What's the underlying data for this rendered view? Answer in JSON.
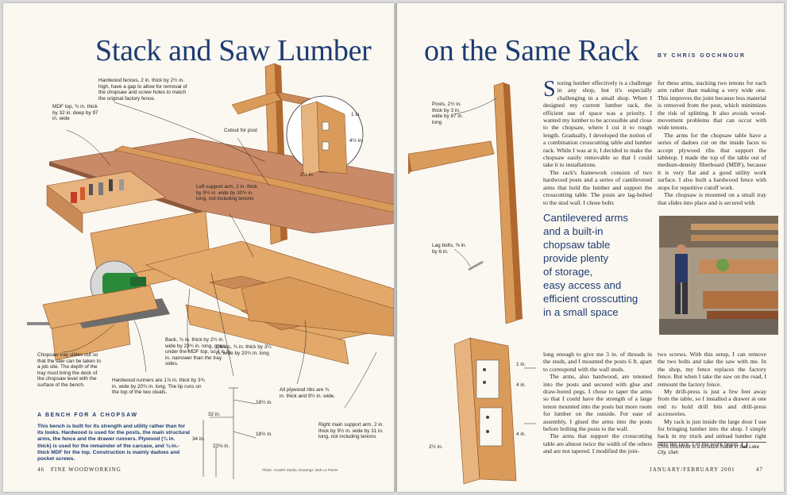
{
  "left_page": {
    "title": "Stack and Saw Lumber",
    "labels": {
      "mdf_top": "MDF top, ¾ in. thick by 32 in. deep by 97 in. wide",
      "hardwood_fences": "Hardwood fences, 2 in. thick by 2½ in. high, have a gap to allow for removal of the chopsaw and screw holes to match the original factory fence.",
      "cutout": "Cutout for post",
      "left_arm": "Left support arm, 2 in. thick by 9½ in. wide by 30¾ in. long, not including tenons",
      "dim_1": "1 in.",
      "dim_4_5": "4½ in.",
      "dim_2_5": "2½ in.",
      "chopsaw_tray": "Chopsaw tray slides out so that the saw can be taken to a job site. The depth of the tray must bring the deck of the chopsaw level with the surface of the bench.",
      "back": "Back, ¾ in. thick by 2½ in. wide by 23¾ in. long, goes under the MDF top, so it is ¾ in. narrower than the tray sides.",
      "cleats": "Cleats, ¾ in. thick by 3¼ in. wide by 20¾ in. long",
      "runners": "Hardwood runners are 1⅞ in. thick by 3¾ in. wide by 20¾ in. long. The lip runs on the top of the two cleats.",
      "plywood_ribs": "All plywood ribs are ¾ in. thick and 9½ in. wide.",
      "right_arm": "Right main support arm, 2 in. thick by 9½ in. wide by 31 in. long, not including tenons",
      "dim_32": "32 in.",
      "dim_18a": "18½ in.",
      "dim_18b": "18½ in.",
      "dim_34": "34 in.",
      "dim_23": "23⅛ in."
    },
    "sidebar": {
      "heading": "A BENCH FOR A CHOPSAW",
      "text": "This bench is built for its strength and utility rather than for its looks. Hardwood is used for the posts, the main structural arms, the fence and the drawer runners. Plywood (¾ in. thick) is used for the remainder of the carcase, and ¾-in.-thick MDF for the top. Construction is mainly dadoes and pocket screws."
    },
    "folio_number": "46",
    "folio_mag": "FINE WOODWORKING",
    "credit": "Photo: Asadeh Studio; Drawings: Bob La Pointe"
  },
  "right_page": {
    "title": "on the Same Rack",
    "byline": "BY CHRIS GOCHNOUR",
    "dropcap": "S",
    "col1_first": "toring lumber effectively is a challenge in any shop, but it's especially challenging in a small shop. When I designed my current lumber rack, the efficient use of space was a priority. I wanted my lumber to be accessible and close to the chopsaw, where I cut it to rough length. Gradually, I developed the notion of a combination crosscutting table and lumber rack. While I was at it, I decided to make the chopsaw easily removable so that I could take it to installations.",
    "col1_p2": "The rack's framework consists of two hardwood posts and a series of cantilevered arms that hold the lumber and support the crosscutting table. The posts are lag-bolted to the stud wall. I chose bolts",
    "col2_p1": "for these arms, stacking two tenons for each arm rather than making a very wide one. This improves the joint because less material is removed from the post, which minimizes the risk of splitting. It also avoids wood-movement problems that can occur with wide tenons.",
    "col2_p2": "The arms for the chopsaw table have a series of dadoes cut on the inside faces to accept plywood ribs that support the tabletop. I made the top of the table out of medium-density fiberboard (MDF), because it is very flat and a good utility work surface. I also built a hardwood fence with stops for repetitive cutoff work.",
    "col2_p3": "The chopsaw is mounted on a small tray that slides into place and is secured with",
    "pull_quote": [
      "Cantilevered arms",
      "and a built-in",
      "chopsaw table",
      "provide plenty",
      "of storage,",
      "easy access and",
      "efficient crosscutting",
      "in a small space"
    ],
    "labels": {
      "posts": "Posts, 2½ in. thick by 3 in. wide by 87 in. long",
      "lag_bolts": "Lag bolts, ⅜ in. by 6 in.",
      "dim_4a": "4 in.",
      "dim_4b": "4 in.",
      "dim_1": "1 in.",
      "dim_2_5": "2½ in."
    },
    "col3_p1": "long enough to give me 3 in. of threads in the studs, and I mounted the posts 6 ft. apart to correspond with the wall studs.",
    "col3_p2": "The arms, also hardwood, are tenoned into the posts and secured with glue and draw-bored pegs. I chose to taper the arms so that I could have the strength of a large tenon mounted into the posts but more room for lumber on the outside. For ease of assembly, I glued the arms into the posts before bolting the posts to the wall.",
    "col3_p3": "The arms that support the crosscutting table are almost twice the width of the others and are not tapered. I modified the join-",
    "col4_p1": "two screws. With this setup, I can remove the two bolts and take the saw with me. In the shop, my fence replaces the factory fence. But when I take the saw on the road, I remount the factory fence.",
    "col4_p2": "My drill-press is just a few feet away from the table, so I installed a drawer at one end to hold drill bits and drill-press accessories.",
    "col4_p3": "My rack is just inside the large door I use for bringing lumber into the shop. I simply back in my truck and unload lumber right onto the rack. Let the work begin.",
    "author_note": "Chris Gochnour is a furniture maker in Salt Lake City, Utah.",
    "folio_date": "JANUARY/FEBRUARY 2001",
    "folio_number": "47"
  },
  "colors": {
    "title_blue": "#1d3b73",
    "wood": "#d99a5a",
    "wood_dark": "#b0682f",
    "mdf": "#c98a68"
  }
}
